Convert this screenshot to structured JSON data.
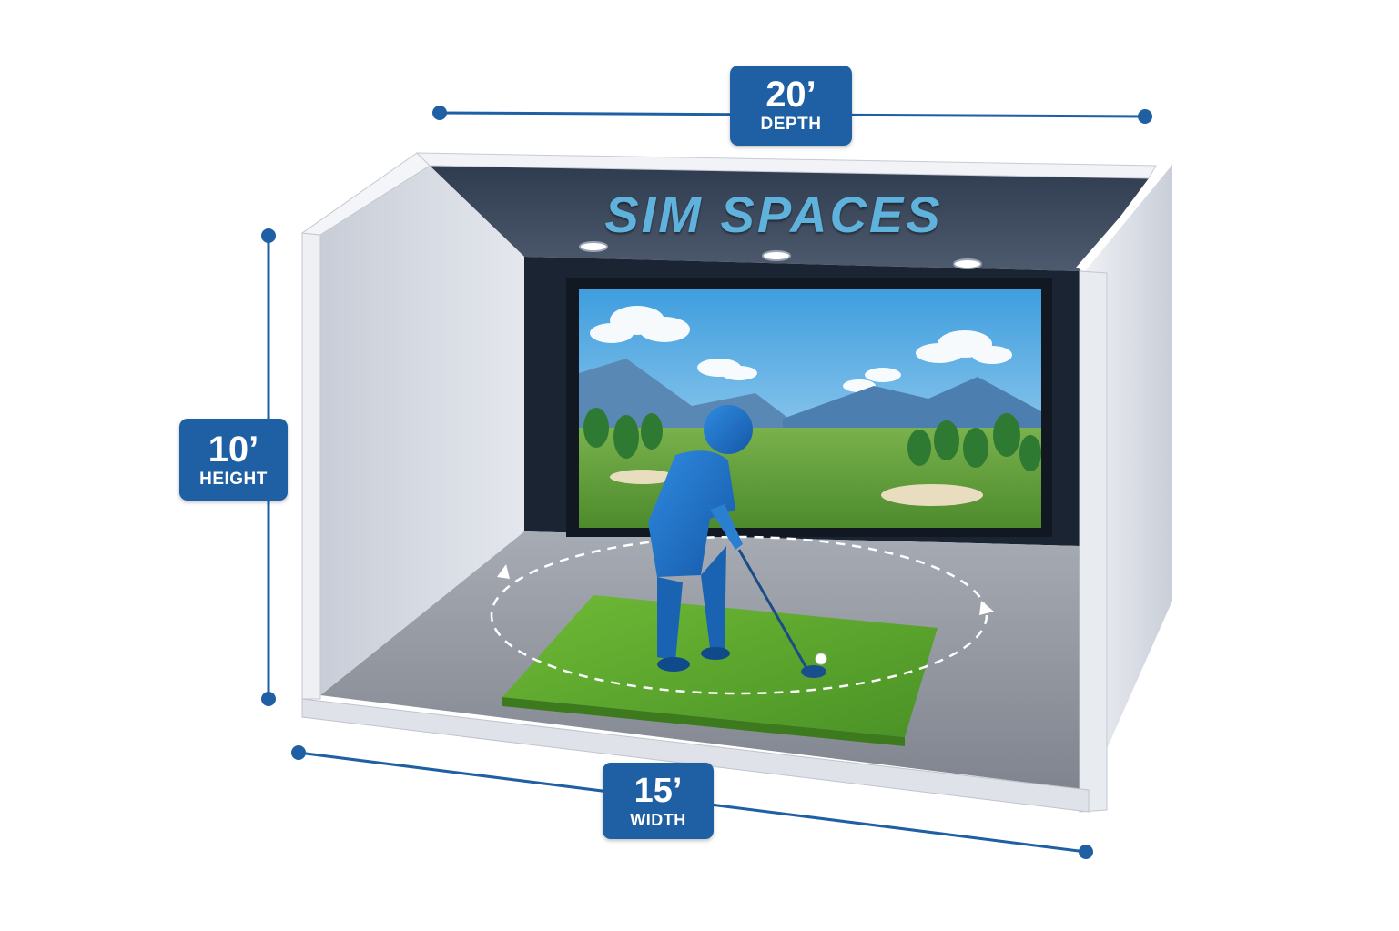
{
  "brand": {
    "name": "SIM SPACES"
  },
  "dimensions": {
    "depth": {
      "value": "20’",
      "label": "DEPTH"
    },
    "height": {
      "value": "10’",
      "label": "HEIGHT"
    },
    "width": {
      "value": "15’",
      "label": "WIDTH"
    }
  },
  "colors": {
    "badge": "#1f5fa3",
    "line": "#1f5fa3",
    "wall": "#d6dbe4",
    "floor": "#8e939d",
    "turf": "#5fa82e",
    "golfer": "#1d6fc0",
    "sky": "#5cb0e6"
  }
}
